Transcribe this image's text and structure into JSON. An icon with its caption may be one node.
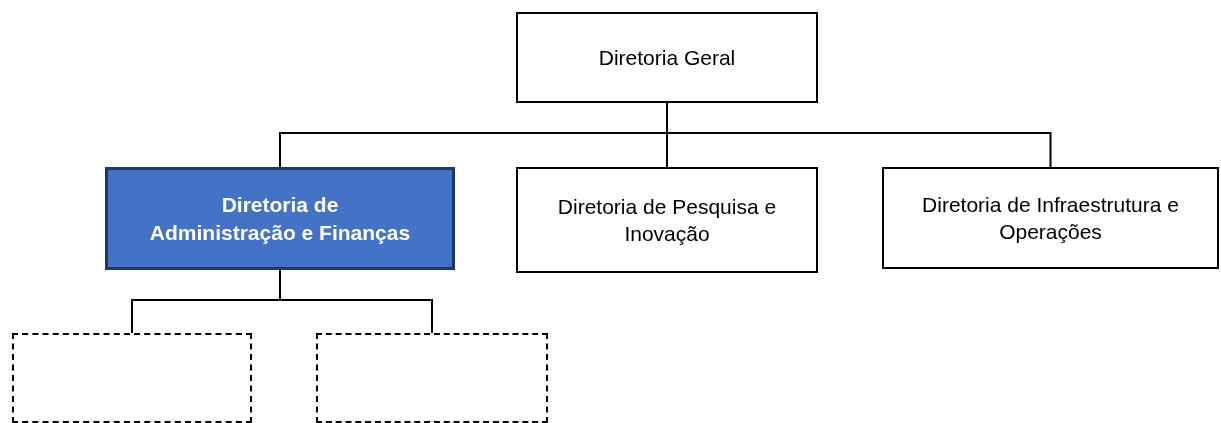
{
  "diagram": {
    "nodes": [
      {
        "text": [
          "Diretoria Geral"
        ]
      },
      {
        "text": [
          "Diretoria de Administração e Finanças"
        ]
      },
      {
        "text": [
          "Diretoria de Pesquisa e Inovação"
        ]
      },
      {
        "text": [
          "Diretoria de Infraestrutura e Operações"
        ]
      },
      {
        "text": [],
        "shape": "box"
      },
      {
        "text": [],
        "shape": "box"
      }
    ],
    "edges": [
      {
        "from": 0,
        "to": 1,
        "arrow": "none"
      },
      {
        "from": 0,
        "to": 2,
        "arrow": "none"
      },
      {
        "from": 0,
        "to": 3,
        "arrow": "none"
      },
      {
        "from": 1,
        "to": 4,
        "arrow": "none"
      },
      {
        "from": 1,
        "to": 5,
        "arrow": "none"
      }
    ]
  }
}
